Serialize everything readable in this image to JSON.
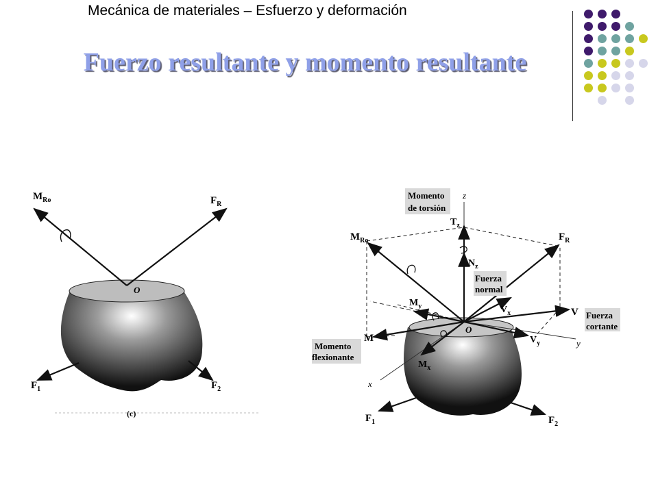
{
  "header": {
    "course": "Mecánica de materiales – Esfuerzo y deformación"
  },
  "title": "Fuerzo resultante y momento resultante",
  "decor_colors": {
    "purple": "#3f1a6b",
    "teal": "#6fa3a0",
    "yellow": "#c8c81e",
    "lavender": "#d6d6ea"
  },
  "figure_left": {
    "labels": {
      "mro": "M",
      "mro_sub": "Ro",
      "fr": "F",
      "fr_sub": "R",
      "origin": "O",
      "f1": "F",
      "f1_sub": "1",
      "f2": "F",
      "f2_sub": "2",
      "caption": "(c)"
    }
  },
  "figure_right": {
    "labels": {
      "momento_torsion_1": "Momento",
      "momento_torsion_2": "de torsión",
      "z_axis": "z",
      "tz": "T",
      "tz_sub": "z",
      "mro": "M",
      "mro_sub": "Ro",
      "fr": "F",
      "fr_sub": "R",
      "nz": "N",
      "nz_sub": "z",
      "fuerza_normal_1": "Fuerza",
      "fuerza_normal_2": "normal",
      "my": "M",
      "my_sub": "y",
      "vx": "V",
      "vx_sub": "x",
      "v": "V",
      "fuerza_cortante_1": "Fuerza",
      "fuerza_cortante_2": "cortante",
      "m": "M",
      "origin": "O",
      "vy": "V",
      "vy_sub": "y",
      "y_axis": "y",
      "momento_flex_1": "Momento",
      "momento_flex_2": "flexionante",
      "mx": "M",
      "mx_sub": "x",
      "x_axis": "x",
      "f1": "F",
      "f1_sub": "1",
      "f2": "F",
      "f2_sub": "2"
    }
  }
}
